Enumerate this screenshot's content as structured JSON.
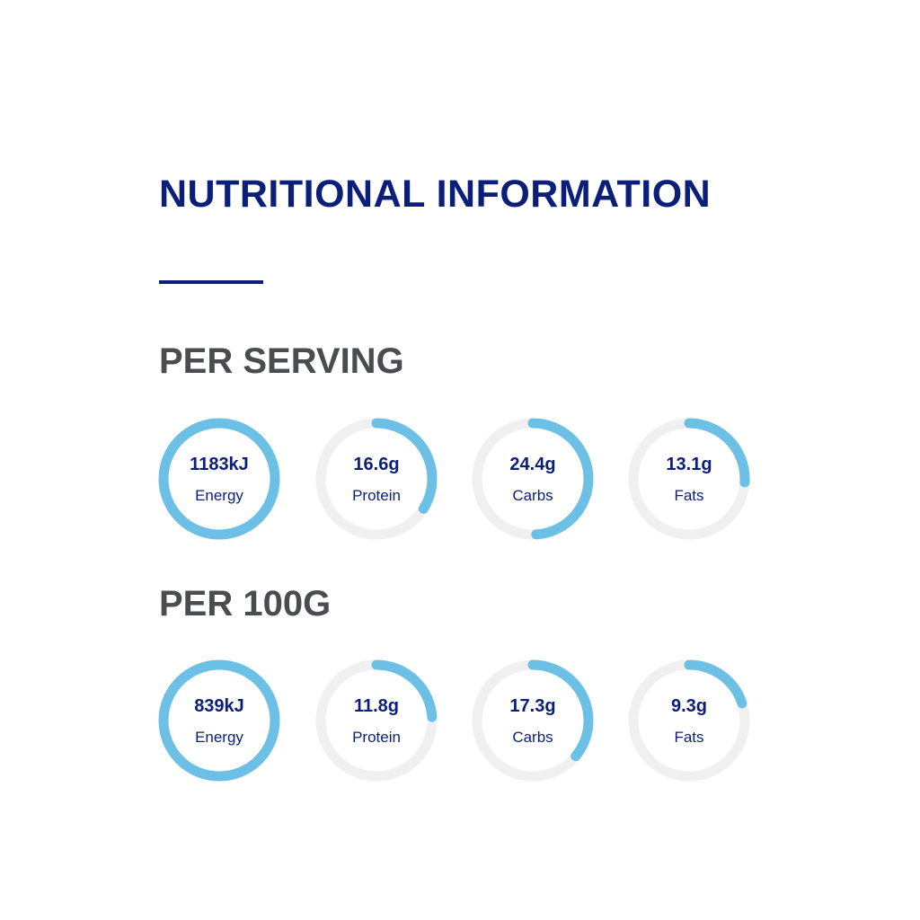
{
  "title": "NUTRITIONAL INFORMATION",
  "colors": {
    "accent": "#6cc0e5",
    "track": "#f0f0f0",
    "navy": "#0b1f7a"
  },
  "sections": [
    {
      "heading": "PER SERVING",
      "items": [
        {
          "value": "1183kJ",
          "label": "Energy",
          "fill": 1.0
        },
        {
          "value": "16.6g",
          "label": "Protein",
          "fill": 0.34
        },
        {
          "value": "24.4g",
          "label": "Carbs",
          "fill": 0.49
        },
        {
          "value": "13.1g",
          "label": "Fats",
          "fill": 0.26
        }
      ]
    },
    {
      "heading": "PER 100G",
      "items": [
        {
          "value": "839kJ",
          "label": "Energy",
          "fill": 1.0
        },
        {
          "value": "11.8g",
          "label": "Protein",
          "fill": 0.24
        },
        {
          "value": "17.3g",
          "label": "Carbs",
          "fill": 0.36
        },
        {
          "value": "9.3g",
          "label": "Fats",
          "fill": 0.2
        }
      ]
    }
  ]
}
